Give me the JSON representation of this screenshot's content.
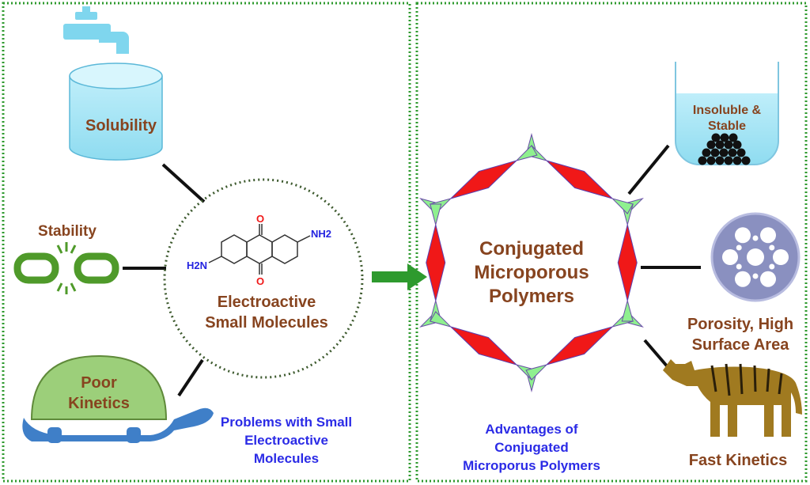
{
  "left_panel": {
    "solubility": "Solubility",
    "stability": "Stability",
    "poor_kinetics": [
      "Poor",
      "Kinetics"
    ],
    "molecule": {
      "o_top": "O",
      "o_bottom": "O",
      "nh2_right": "NH2",
      "h2n_left": "H2N"
    },
    "center_label": [
      "Electroactive",
      "Small Molecules"
    ],
    "caption": [
      "Problems with Small",
      "Electroactive",
      "Molecules"
    ]
  },
  "right_panel": {
    "center_label": [
      "Conjugated",
      "Microporous",
      "Polymers"
    ],
    "insoluble": [
      "Insoluble &",
      "Stable"
    ],
    "porosity": [
      "Porosity, High",
      "Surface Area"
    ],
    "fast_kinetics": "Fast Kinetics",
    "caption": [
      "Advantages of",
      "Conjugated",
      "Microporus Polymers"
    ]
  },
  "colors": {
    "label_brown": "#87441f",
    "caption_blue": "#2b2be6",
    "border_green": "#2e9a2e",
    "node_green": "#8ff08f",
    "linker_red": "#f01818",
    "water_blue": "#a8e4f4"
  }
}
